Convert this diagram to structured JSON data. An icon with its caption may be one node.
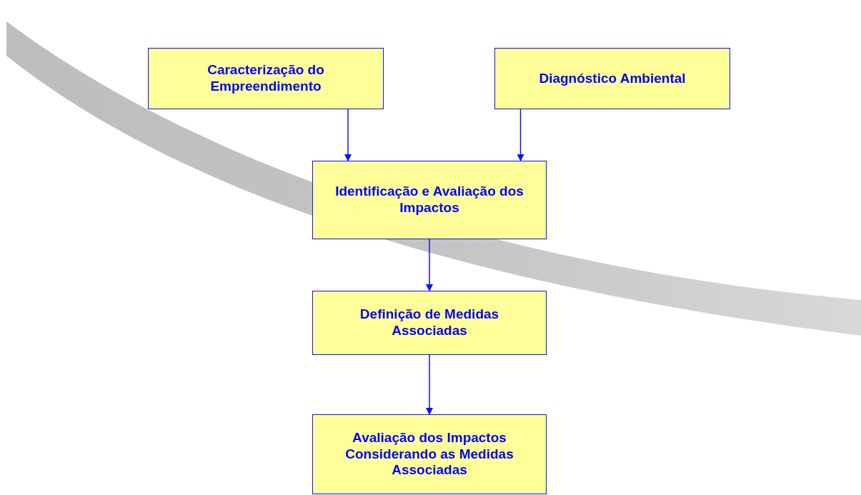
{
  "diagram": {
    "nodes": [
      {
        "text": [
          "Caracterização do Empreendimento"
        ]
      },
      {
        "text": [
          "Diagnóstico Ambiental"
        ]
      },
      {
        "text": [
          "Identificação e Avaliação dos Impactos"
        ]
      },
      {
        "text": [
          "Definição de Medidas Associadas"
        ]
      },
      {
        "text": [
          "Avaliação dos Impactos Considerando as Medidas Associadas"
        ]
      }
    ],
    "edges": [
      {
        "from": 0,
        "to": 2,
        "arrow": "to"
      },
      {
        "from": 1,
        "to": 2,
        "arrow": "to"
      },
      {
        "from": 2,
        "to": 3,
        "arrow": "to"
      },
      {
        "from": 3,
        "to": 4,
        "arrow": "to"
      }
    ]
  }
}
